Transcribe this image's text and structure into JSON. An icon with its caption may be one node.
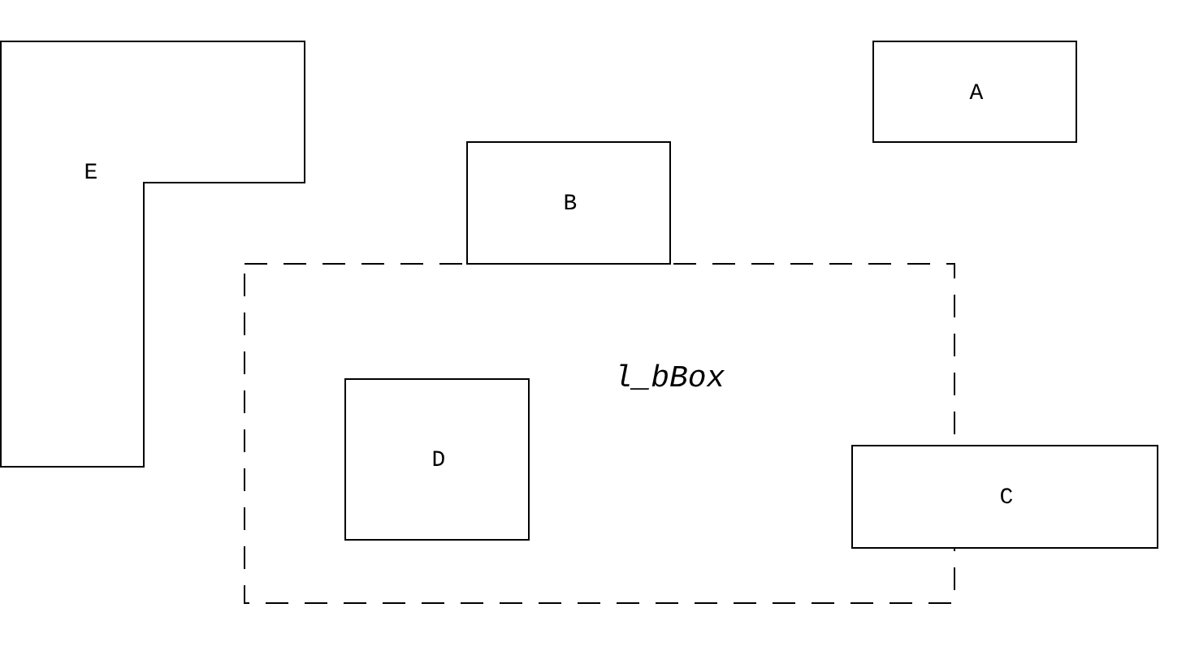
{
  "diagram": {
    "nodes": [
      {
        "text": [
          "E"
        ]
      },
      {
        "text": [
          "A"
        ]
      },
      {
        "text": [
          "B"
        ]
      },
      {
        "text": [
          "l_bBox"
        ]
      },
      {
        "text": [
          "D"
        ],
        "in": 3
      },
      {
        "text": [
          "C"
        ]
      }
    ]
  }
}
